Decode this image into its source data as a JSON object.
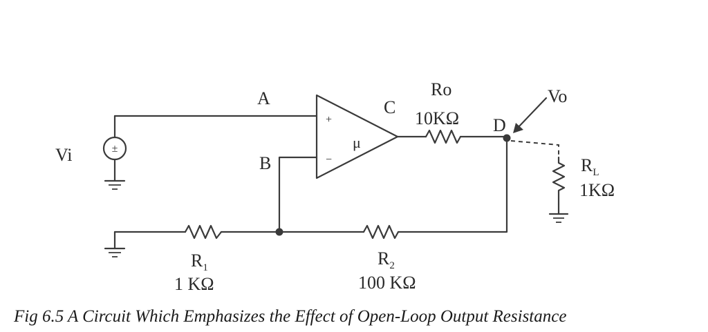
{
  "labels": {
    "vi": "Vi",
    "node_a": "A",
    "node_b": "B",
    "node_c": "C",
    "node_d": "D",
    "plus": "+",
    "minus": "−",
    "gain": "μ",
    "ro_name": "Ro",
    "ro_value": "10KΩ",
    "vo": "Vo",
    "rl_name": "R",
    "rl_sub": "L",
    "rl_value": "1KΩ",
    "r1_name": "R",
    "r1_sub": "1",
    "r1_value": "1 KΩ",
    "r2_name": "R",
    "r2_sub": "2",
    "r2_value": "100 KΩ",
    "source_symbol": "±"
  },
  "caption": "Fig 6.5 A Circuit Which Emphasizes the Effect of Open-Loop Output Resistance"
}
